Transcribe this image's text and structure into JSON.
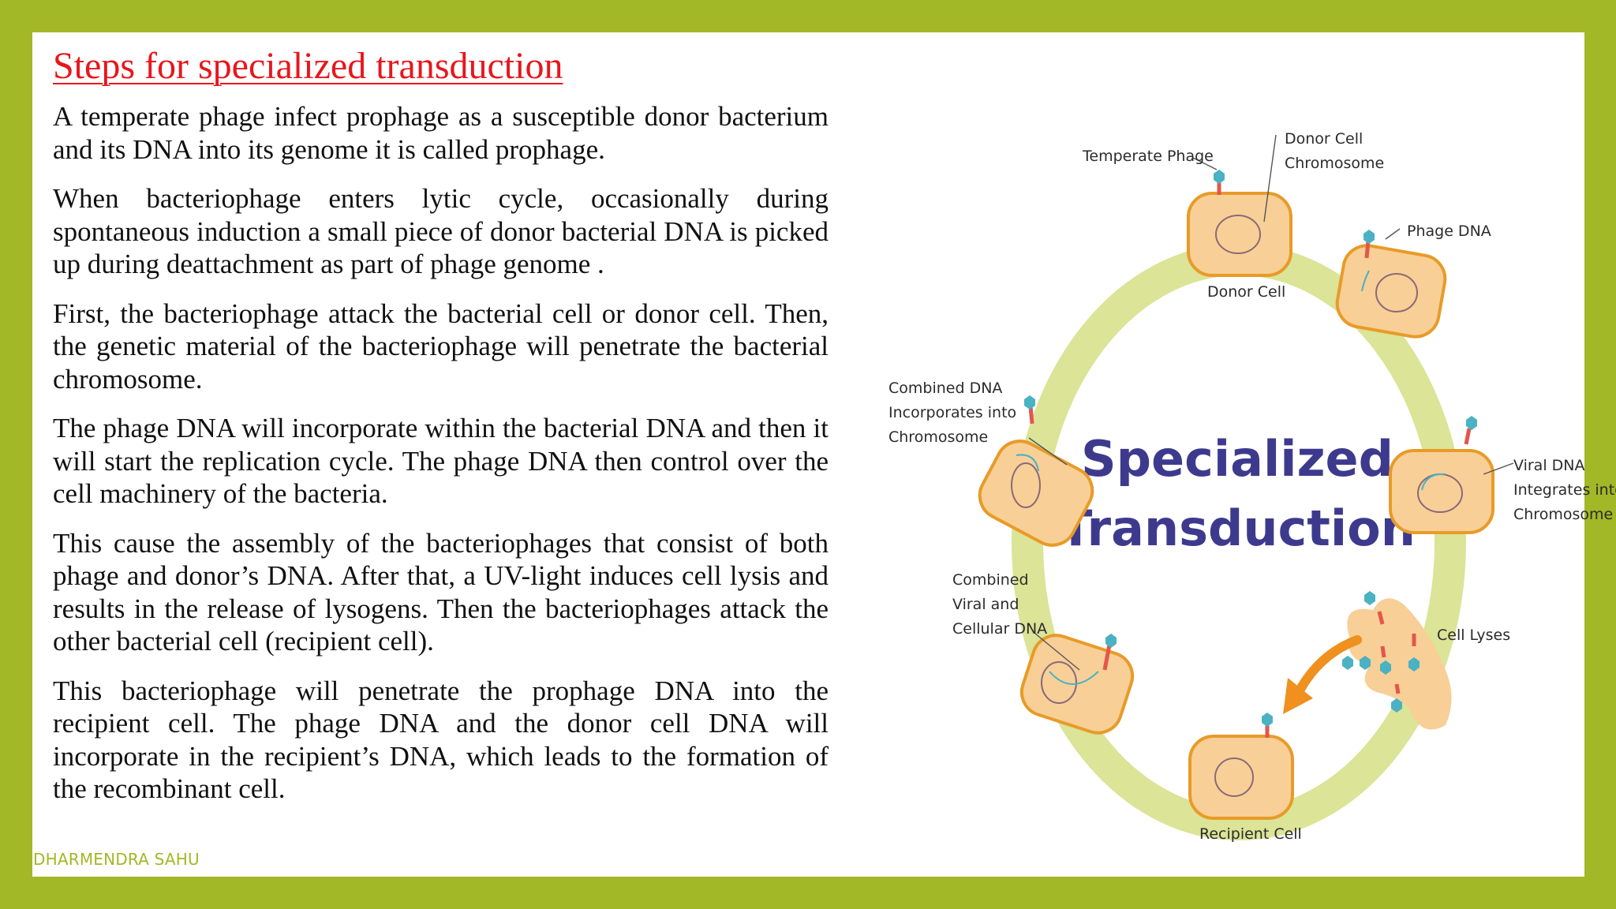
{
  "slide": {
    "title": "Steps for specialized transduction",
    "paragraphs": [
      "A temperate phage infect prophage as a susceptible donor bacterium and its DNA into its genome it is called prophage.",
      "When bacteriophage enters lytic cycle, occasionally during spontaneous induction a small piece of donor bacterial DNA is picked up during deattachment as part of phage genome .",
      "First, the bacteriophage attack the bacterial cell or donor cell. Then, the genetic material of the bacteriophage will penetrate the bacterial chromosome.",
      "The phage DNA will incorporate within the bacterial DNA and then it will start the replication cycle. The phage DNA then control over the cell machinery of the bacteria.",
      "This cause the assembly of the bacteriophages that consist of both phage and donor’s DNA. After that, a UV-light induces cell lysis and results in the release of lysogens. Then the bacteriophages attack the other bacterial cell (recipient cell).",
      "This bacteriophage will penetrate the prophage DNA into the recipient cell. The phage DNA and the donor cell DNA will incorporate in the recipient’s DNA, which leads to the formation of the recombinant cell."
    ],
    "footer": "DHARMENDRA SAHU"
  },
  "diagram": {
    "center_title": [
      "Specialized",
      "Transduction"
    ],
    "labels": {
      "temperate_phage": "Temperate Phage",
      "donor_chromosome": [
        "Donor Cell",
        "Chromosome"
      ],
      "donor_cell": "Donor Cell",
      "phage_dna": "Phage DNA",
      "viral_dna": [
        "Viral DNA",
        "Integrates into",
        "Chromosome"
      ],
      "cell_lyses": "Cell Lyses",
      "recipient_cell": "Recipient Cell",
      "combined_viral": [
        "Combined",
        "Viral and",
        "Cellular DNA"
      ],
      "combined_dna": [
        "Combined DNA",
        "Incorporates into",
        "Chromosome"
      ]
    },
    "colors": {
      "ring": "#dbe497",
      "cell_fill": "#f8cf97",
      "cell_stroke": "#e89b28",
      "title": "#3d3a8e",
      "phage_head": "#4ab2c2",
      "phage_tail": "#e2574c",
      "arrow": "#f0901e"
    }
  }
}
